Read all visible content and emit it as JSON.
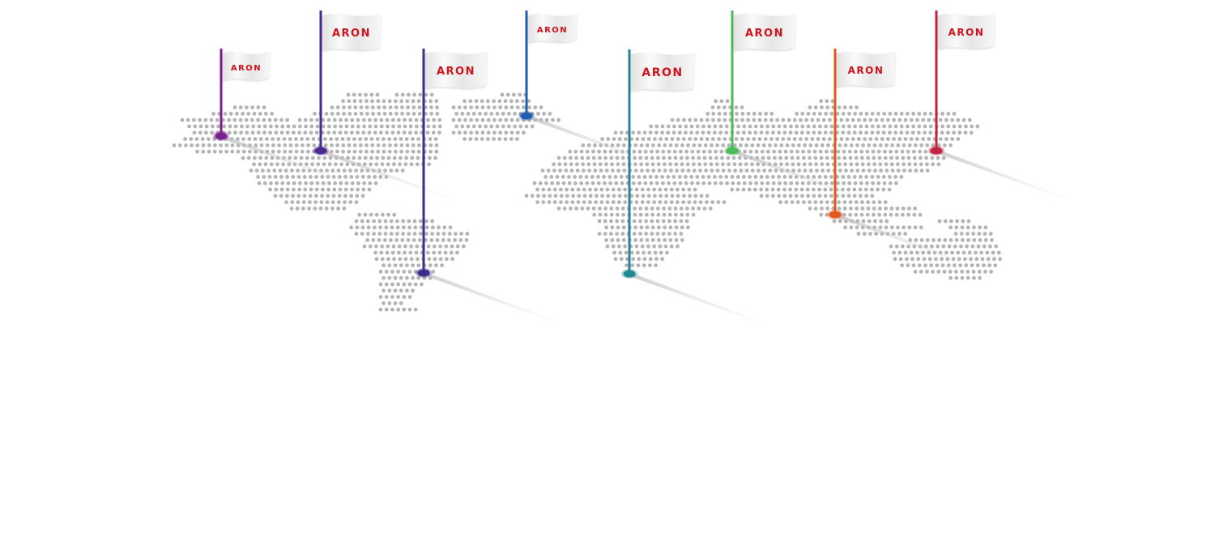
{
  "map": {
    "dot_color": "#b4b4b4",
    "flag_cloth_color": "#f2f2f2",
    "flag_text_color": "#d0121b"
  },
  "pins": [
    {
      "id": "pin-alaska",
      "label": "ARON",
      "color": "#7a1f8e"
    },
    {
      "id": "pin-canada",
      "label": "ARON",
      "color": "#4a2a8e"
    },
    {
      "id": "pin-south-america",
      "label": "ARON",
      "color": "#3a2f8a"
    },
    {
      "id": "pin-greenland",
      "label": "ARON",
      "color": "#1f5fae"
    },
    {
      "id": "pin-africa",
      "label": "ARON",
      "color": "#1f8a91"
    },
    {
      "id": "pin-russia-west",
      "label": "ARON",
      "color": "#4cbb5a"
    },
    {
      "id": "pin-china",
      "label": "ARON",
      "color": "#e2591f"
    },
    {
      "id": "pin-russia-east",
      "label": "ARON",
      "color": "#c4233f"
    }
  ]
}
